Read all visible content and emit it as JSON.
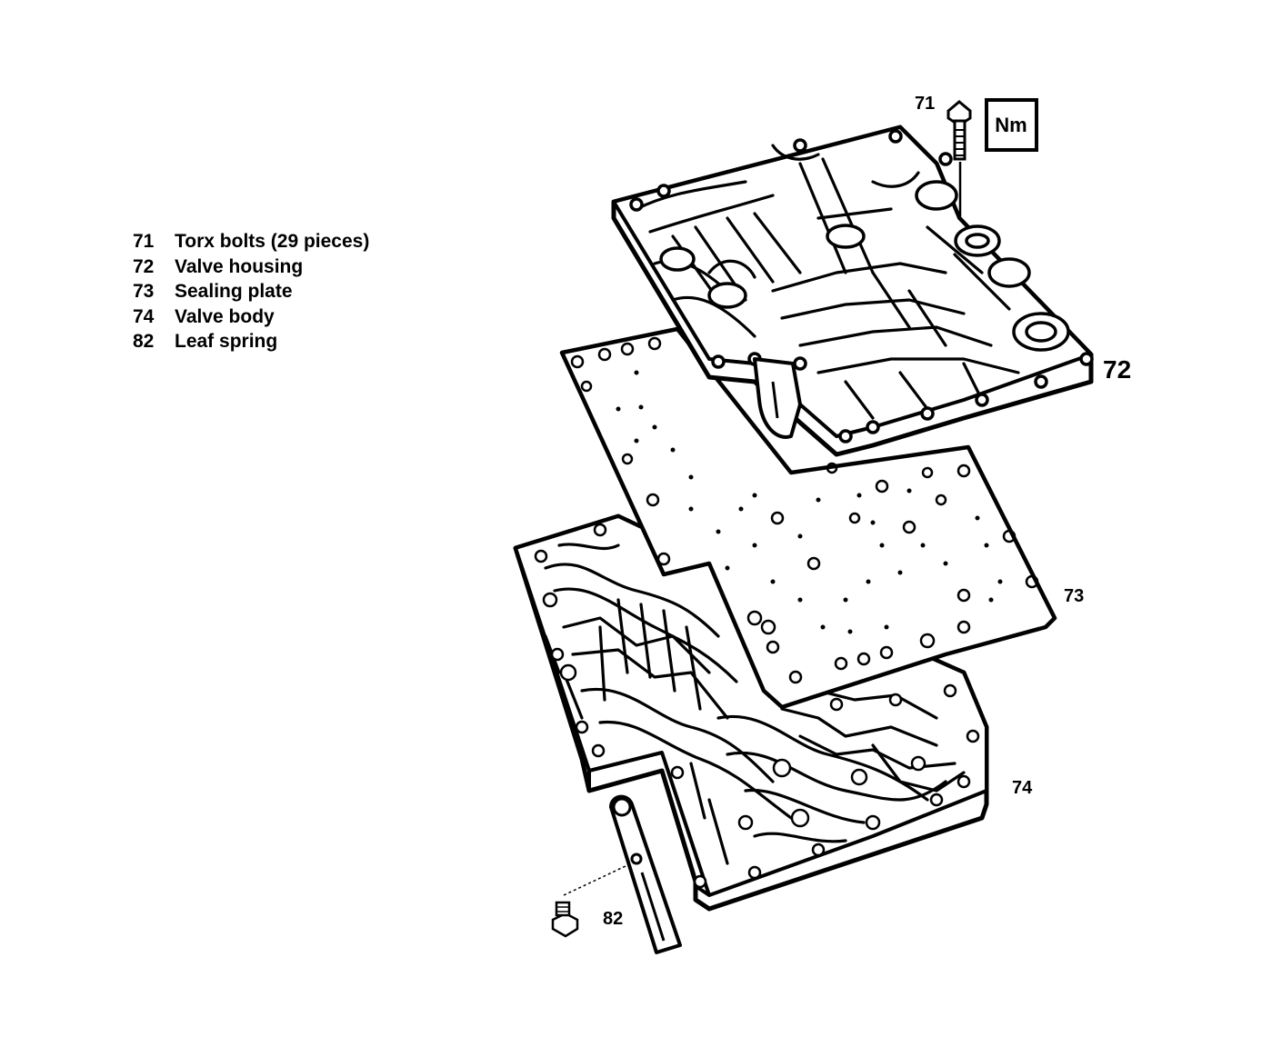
{
  "legend": [
    {
      "number": "71",
      "label": "Torx bolts (29 pieces)"
    },
    {
      "number": "72",
      "label": "Valve housing"
    },
    {
      "number": "73",
      "label": "Sealing plate"
    },
    {
      "number": "74",
      "label": "Valve body"
    },
    {
      "number": "82",
      "label": "Leaf spring"
    }
  ],
  "callouts": {
    "bolt": "71",
    "torque_box": "Nm",
    "valve_housing": "72",
    "sealing_plate": "73",
    "valve_body": "74",
    "leaf_spring": "82"
  },
  "colors": {
    "ink": "#000000",
    "paper": "#ffffff"
  }
}
